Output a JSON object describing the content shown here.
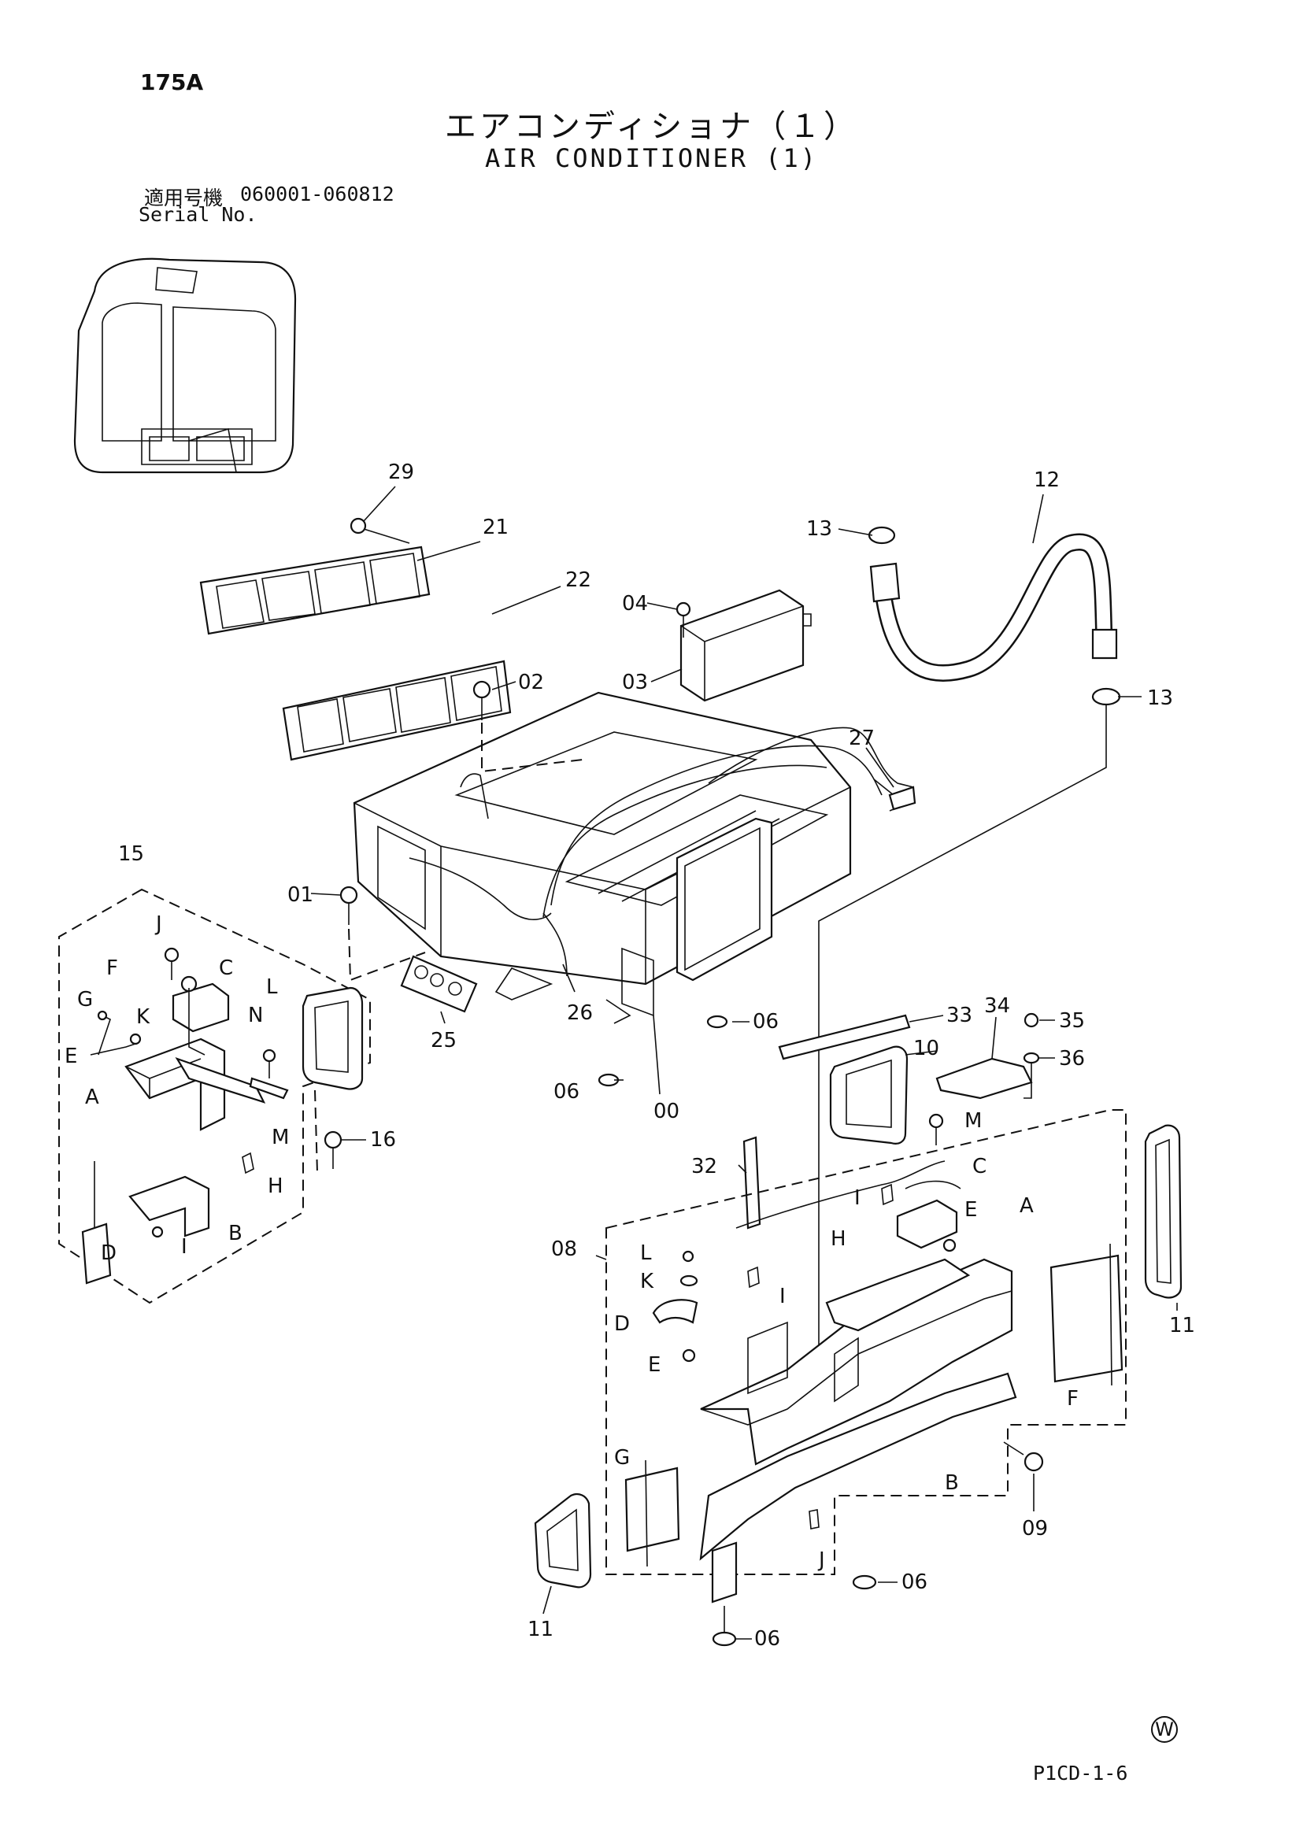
{
  "page": {
    "page_number": "175A",
    "title_jp": "エアコンディショナ（１）",
    "title_en": "AIR CONDITIONER (1)",
    "serial_label_jp": "適用号機",
    "serial_range": "060001-060812",
    "serial_label_en": "Serial No.",
    "mark": "W",
    "page_code": "P1CD-1-6"
  },
  "callouts": {
    "c29": "29",
    "c21": "21",
    "c22": "22",
    "c12": "12",
    "c13a": "13",
    "c13b": "13",
    "c04": "04",
    "c03": "03",
    "c02": "02",
    "c27": "27",
    "c15": "15",
    "c01": "01",
    "c25": "25",
    "c26": "26",
    "c06a": "06",
    "c06b": "06",
    "c06c": "06",
    "c06d": "06",
    "c00": "00",
    "c16": "16",
    "c33": "33",
    "c34": "34",
    "c35": "35",
    "c36": "36",
    "c10": "10",
    "c32": "32",
    "c08": "08",
    "c09": "09",
    "c11a": "11",
    "c11b": "11",
    "lJ1": "J",
    "lF1": "F",
    "lG1": "G",
    "lK1": "K",
    "lC1": "C",
    "lE1": "E",
    "lA1": "A",
    "lN1": "N",
    "lL1": "L",
    "lM1": "M",
    "lH1": "H",
    "lB1": "B",
    "lD1": "D",
    "lI1": "I",
    "lM2": "M",
    "lC2": "C",
    "lI2": "I",
    "lE2": "E",
    "lA2": "A",
    "lH2": "H",
    "lL2": "L",
    "lK2": "K",
    "lI3": "I",
    "lD2": "D",
    "lE3": "E",
    "lF2": "F",
    "lG2": "G",
    "lB2": "B",
    "lJ2": "J"
  }
}
